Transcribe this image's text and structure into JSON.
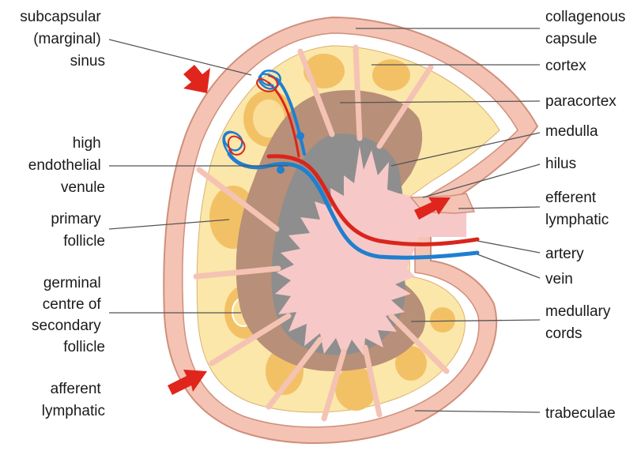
{
  "colors": {
    "capsule": "#f4c3b4",
    "capsule_outline": "#cf8f7c",
    "sinus": "#ffffff",
    "cortex": "#fbe7a9",
    "follicle": "#f3c165",
    "follicle_light": "#fadf9a",
    "paracortex": "#b88f78",
    "medulla": "#8e8e8e",
    "medullary_cords": "#f7c8c8",
    "artery": "#d9261c",
    "vein": "#1f7fd1",
    "arrow": "#e0251c"
  },
  "labels": {
    "subcapsular_sinus": [
      "subcapsular",
      "(marginal)",
      "sinus"
    ],
    "high_endothelial_venule": [
      "high",
      "endothelial",
      "venule"
    ],
    "primary_follicle": [
      "primary",
      "follicle"
    ],
    "germinal_centre": [
      "germinal",
      "centre of",
      "secondary",
      "follicle"
    ],
    "afferent_lymphatic": [
      "afferent",
      "lymphatic"
    ],
    "collagenous_capsule": [
      "collagenous",
      "capsule"
    ],
    "cortex": [
      "cortex"
    ],
    "paracortex": [
      "paracortex"
    ],
    "medulla": [
      "medulla"
    ],
    "hilus": [
      "hilus"
    ],
    "efferent_lymphatic": [
      "efferent",
      "lymphatic"
    ],
    "artery": [
      "artery"
    ],
    "vein": [
      "vein"
    ],
    "medullary_cords": [
      "medullary",
      "cords"
    ],
    "trabeculae": [
      "trabeculae"
    ]
  }
}
